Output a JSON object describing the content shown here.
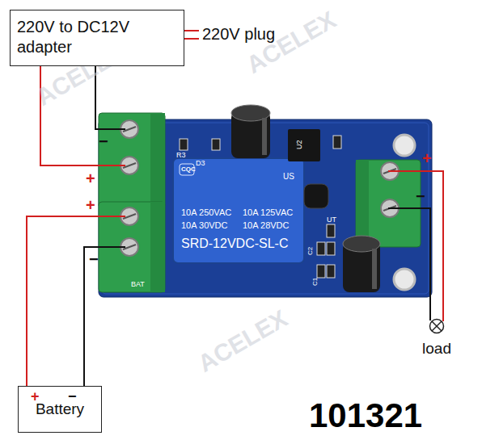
{
  "diagram": {
    "nodes": [
      {
        "text": [
          "220V to DC12V adapter"
        ]
      },
      {
        "text": [
          "Battery"
        ]
      },
      {
        "text": [
          "load"
        ]
      }
    ],
    "labels": [
      "220V plug",
      "−",
      "+",
      "+",
      "−",
      "+",
      "−",
      "+",
      "−",
      "SRD-12VDC-SL-C",
      "10A 250VAC",
      "10A 125VAC",
      "10A 30VDC",
      "10A 28VDC",
      "CQC",
      "US",
      "D3",
      "R3",
      "U2",
      "C1",
      "C2",
      "BAT",
      "UT",
      "ACELEX",
      "ACELEX",
      "ACELEX",
      "101321"
    ]
  }
}
